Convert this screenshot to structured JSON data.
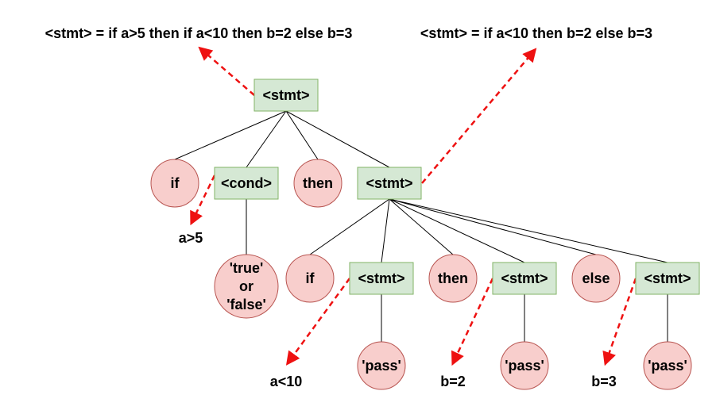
{
  "colors": {
    "rect_fill": "#d5e8d4",
    "rect_stroke": "#82b366",
    "circle_fill": "#f8cecc",
    "circle_stroke": "#b85450",
    "edge": "#000000",
    "arrow": "#ee1111"
  },
  "captions": {
    "top_left": "<stmt> = if a>5 then if a<10 then b=2 else b=3",
    "top_right": "<stmt> = if a<10 then b=2 else b=3",
    "a_gt_5": "a>5",
    "a_lt_10": "a<10",
    "b_eq_2": "b=2",
    "b_eq_3": "b=3"
  },
  "nodes": {
    "root_stmt": "<stmt>",
    "if_1": "if",
    "cond": "<cond>",
    "then_1": "then",
    "stmt_2": "<stmt>",
    "true_false": [
      "'true'",
      "or",
      "'false'"
    ],
    "if_2": "if",
    "stmt_3": "<stmt>",
    "then_2": "then",
    "stmt_4": "<stmt>",
    "else_1": "else",
    "stmt_5": "<stmt>",
    "pass_1": "'pass'",
    "pass_2": "'pass'",
    "pass_3": "'pass'"
  }
}
